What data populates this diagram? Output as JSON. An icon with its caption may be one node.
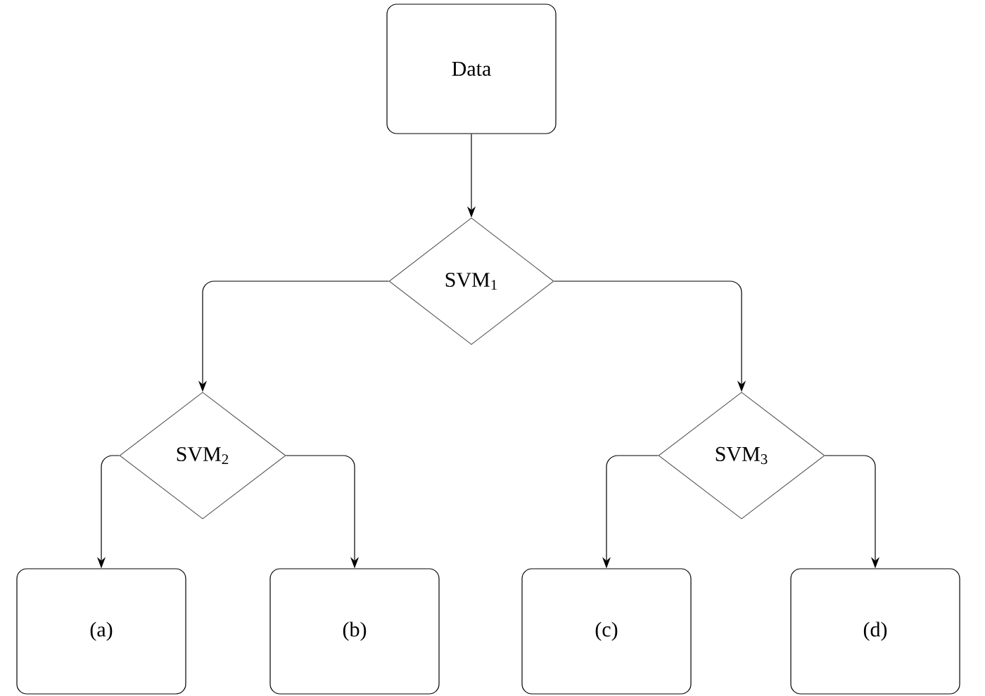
{
  "diagram": {
    "nodes": [
      {
        "text": [
          "Data"
        ]
      },
      {
        "text": [
          "SVM$_{1}$"
        ]
      },
      {
        "text": [
          "SVM$_{2}$"
        ]
      },
      {
        "text": [
          "SVM$_{3}$"
        ]
      },
      {
        "text": [
          "(a)"
        ]
      },
      {
        "text": [
          "(b)"
        ]
      },
      {
        "text": [
          "(c)"
        ]
      },
      {
        "text": [
          "(d)"
        ]
      }
    ],
    "edges": [
      {
        "from": 0,
        "to": 1,
        "arrow": "to"
      },
      {
        "from": 1,
        "to": 2,
        "arrow": "to"
      },
      {
        "from": 1,
        "to": 3,
        "arrow": "to"
      },
      {
        "from": 2,
        "to": 4,
        "arrow": "to"
      },
      {
        "from": 2,
        "to": 5,
        "arrow": "to"
      },
      {
        "from": 3,
        "to": 6,
        "arrow": "to"
      },
      {
        "from": 3,
        "to": 7,
        "arrow": "to"
      }
    ]
  }
}
